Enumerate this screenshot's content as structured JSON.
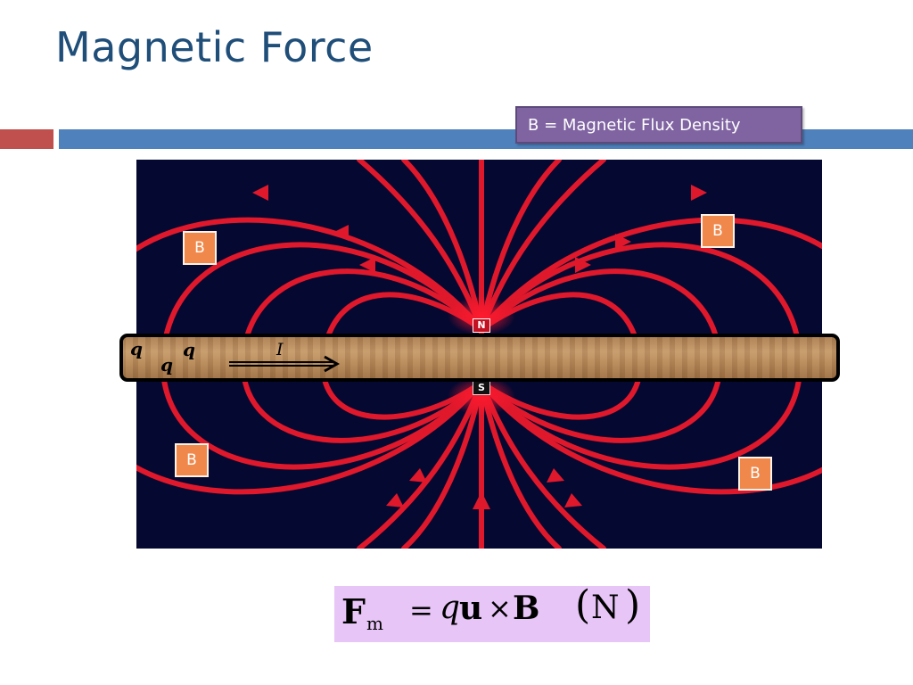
{
  "slide": {
    "title": "Magnetic Force",
    "flux_label": "B = Magnetic Flux Density",
    "colors": {
      "title": "#1f4e79",
      "accent_red": "#c0504d",
      "accent_blue": "#4f81bd",
      "label_purple": "#8064a2",
      "b_box": "#f0884b",
      "field_line": "#e0182c",
      "background_dark": "#050830",
      "formula_bg": "#e8c5f7"
    }
  },
  "figure": {
    "b_labels": [
      "B",
      "B",
      "B",
      "B"
    ],
    "north_pole": "N",
    "south_pole": "S",
    "charges": [
      "q",
      "q",
      "q"
    ],
    "current": "I"
  },
  "formula": {
    "force": "F",
    "force_subscript": "m",
    "equals": "=",
    "charge": "q",
    "velocity": "u",
    "cross": "×",
    "field": "B",
    "unit_open": "(",
    "unit": "N",
    "unit_close": ")"
  }
}
